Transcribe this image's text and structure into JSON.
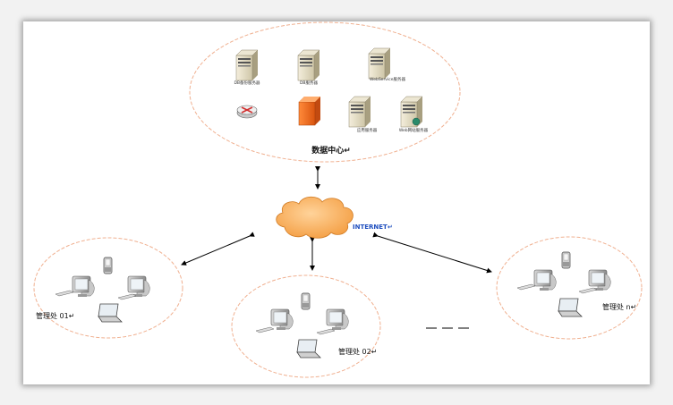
{
  "diagram": {
    "data_center": {
      "label": "数据中心↵",
      "servers": [
        {
          "name": "db-backup-server",
          "label": "DB备份服务器"
        },
        {
          "name": "db-server",
          "label": "DB服务器"
        },
        {
          "name": "webservice-server",
          "label": "WebService服务器"
        },
        {
          "name": "app-server",
          "label": "应用服务器"
        },
        {
          "name": "web-site-server",
          "label": "Web网站服务器"
        }
      ]
    },
    "internet": {
      "label": "INTERNET↵"
    },
    "sites": [
      {
        "name": "site-01",
        "label": "管理处 01↵"
      },
      {
        "name": "site-02",
        "label": "管理处 02↵"
      },
      {
        "name": "site-n",
        "label": "管理处 n↵"
      }
    ],
    "colors": {
      "ellipse_border": "#f0b090",
      "cloud_fill": "#f7a64a",
      "cloud_stroke": "#d07a22",
      "firewall": "#ee6a1e",
      "internet_text": "#1f4fbf"
    },
    "icons": [
      "server-icon",
      "router-icon",
      "firewall-icon",
      "cloud-icon",
      "monitor-icon",
      "laptop-icon",
      "phone-icon"
    ]
  }
}
